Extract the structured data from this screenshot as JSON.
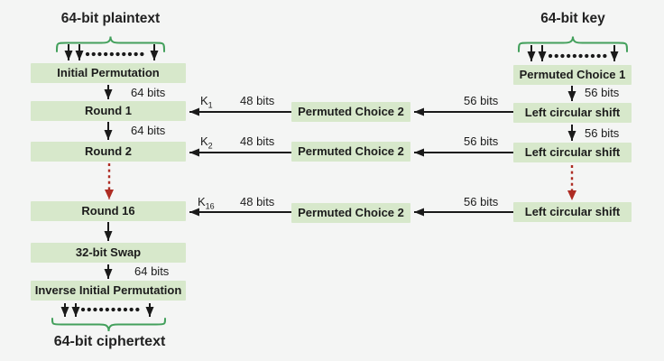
{
  "titles": {
    "plaintext": "64-bit plaintext",
    "key": "64-bit key",
    "ciphertext": "64-bit ciphertext"
  },
  "boxes": {
    "initial_permutation": "Initial Permutation",
    "round_1": "Round 1",
    "round_2": "Round 2",
    "round_16": "Round 16",
    "swap_32": "32-bit Swap",
    "inverse_initial_permutation": "Inverse Initial Permutation",
    "permuted_choice_1": "Permuted Choice 1",
    "permuted_choice_2": "Permuted Choice 2",
    "left_circular_shift": "Left circular shift"
  },
  "bit_labels": {
    "bits_64": "64 bits",
    "bits_56": "56 bits",
    "bits_48": "48 bits"
  },
  "round_keys": {
    "k1": {
      "base": "K",
      "sub": "1"
    },
    "k2": {
      "base": "K",
      "sub": "2"
    },
    "k16": {
      "base": "K",
      "sub": "16"
    }
  },
  "colors": {
    "background": "#f4f5f4",
    "box_fill": "#d7e8cb",
    "text": "#1c1c1c",
    "brace_green": "#43a05c",
    "arrow_black": "#1a1a1a",
    "dashed_arrow_red": "#ae2c23"
  }
}
